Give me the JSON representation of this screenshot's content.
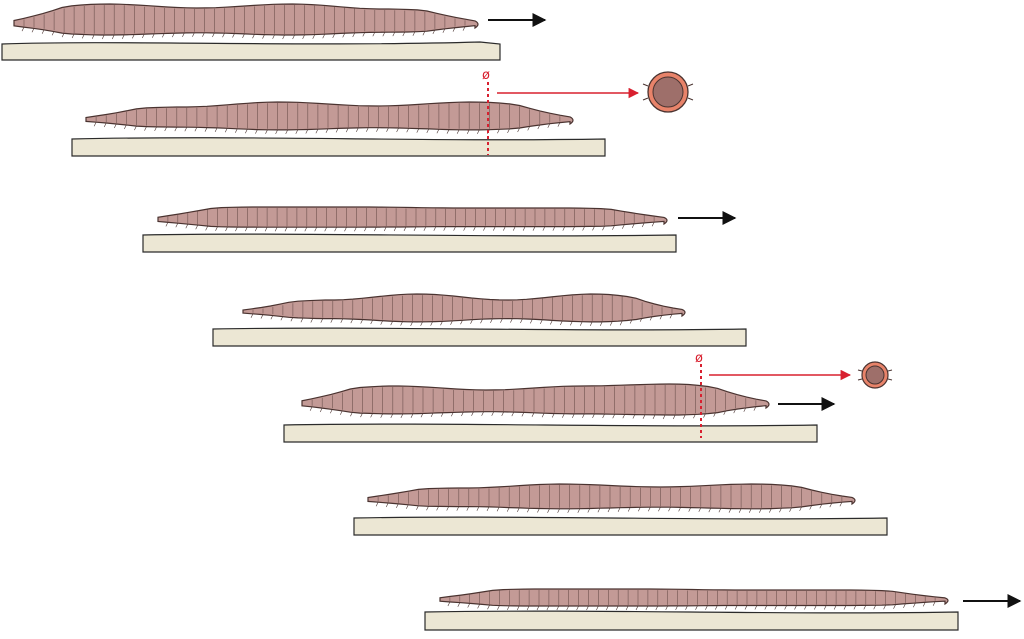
{
  "figure": {
    "colors": {
      "worm_fill": "#c39a96",
      "worm_stroke": "#4a3330",
      "ground_fill": "#ece7d4",
      "ground_stroke": "#2b2b2b",
      "arrow_black": "#111111",
      "section_red": "#d8202f",
      "section_inner": "#9e6f6a",
      "section_ring": "#e8836a"
    },
    "stages": [
      {
        "id": 1,
        "direction_arrow": true,
        "cross_section": false
      },
      {
        "id": 2,
        "direction_arrow": false,
        "cross_section": true,
        "section_label": "ø"
      },
      {
        "id": 3,
        "direction_arrow": true,
        "cross_section": false
      },
      {
        "id": 4,
        "direction_arrow": false,
        "cross_section": false
      },
      {
        "id": 5,
        "direction_arrow": true,
        "cross_section": true,
        "section_label": "ø"
      },
      {
        "id": 6,
        "direction_arrow": false,
        "cross_section": false
      },
      {
        "id": 7,
        "direction_arrow": true,
        "cross_section": false
      }
    ]
  }
}
